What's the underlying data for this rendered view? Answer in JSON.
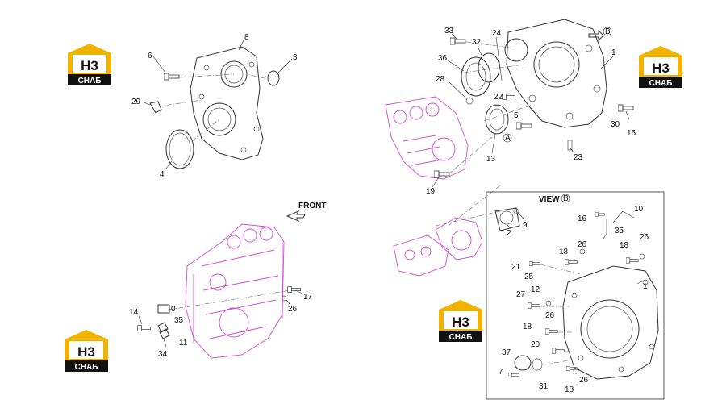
{
  "diagram": {
    "front_label": "FRONT",
    "view_b_label": "VIEW",
    "view_marker": "B",
    "point_marker": "A",
    "callouts_top_left": [
      "8",
      "6",
      "3",
      "29",
      "4"
    ],
    "callouts_top_right": [
      "33",
      "32",
      "24",
      "36",
      "1",
      "28",
      "22",
      "5",
      "13",
      "30",
      "15",
      "23",
      "19"
    ],
    "callouts_bottom_center": [
      "2",
      "9",
      "17",
      "26",
      "14",
      "0",
      "35",
      "11",
      "34"
    ],
    "callouts_view_b": [
      "10",
      "16",
      "35",
      "26",
      "18",
      "18",
      "26",
      "21",
      "25",
      "12",
      "1",
      "27",
      "26",
      "18",
      "20",
      "37",
      "7",
      "31",
      "18",
      "26"
    ]
  },
  "watermarks": {
    "logo_main": "H3",
    "logo_sub": "СНАБ",
    "logo_color": "#f0b400",
    "logo_dark": "#111111"
  },
  "colors": {
    "engine_outline": "#d24bd6",
    "line_art": "#333333"
  }
}
